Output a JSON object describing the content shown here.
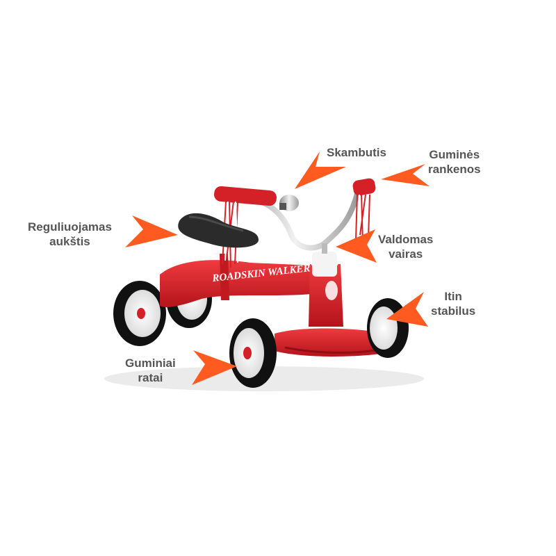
{
  "product": {
    "brand_text": "ROADSKIN WALKER",
    "frame_color": "#d42027",
    "tire_color": "#111111",
    "seat_color": "#2b2b2b",
    "arrow_color": "#ff5a1f"
  },
  "callouts": {
    "bell": {
      "lines": [
        "Skambutis"
      ],
      "icon": "arrow-icon"
    },
    "grips": {
      "lines": [
        "Guminės",
        "rankenos"
      ],
      "icon": "arrow-icon"
    },
    "seat": {
      "lines": [
        "Reguliuojamas",
        "aukštis"
      ],
      "icon": "arrow-icon"
    },
    "steering": {
      "lines": [
        "Valdomas",
        "vairas"
      ],
      "icon": "arrow-icon"
    },
    "stable": {
      "lines": [
        "Itin",
        "stabilus"
      ],
      "icon": "arrow-icon"
    },
    "wheels": {
      "lines": [
        "Guminiai",
        "ratai"
      ],
      "icon": "arrow-icon"
    }
  }
}
